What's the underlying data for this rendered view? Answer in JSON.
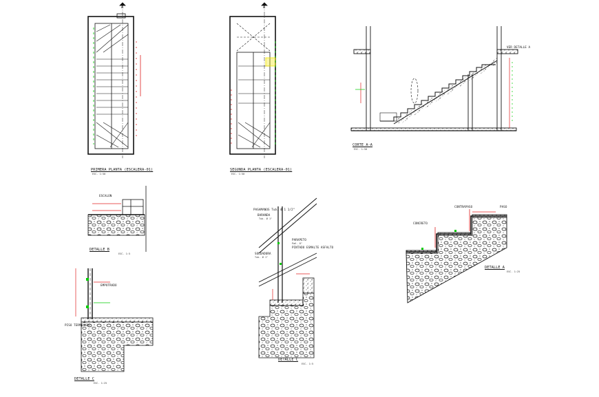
{
  "drawing": {
    "titles": {
      "plan_1": "PRIMERA PLANTA (ESCALERA-01)",
      "plan_2": "SEGUNDA PLANTA (ESCALERA-01)",
      "section": "CORTE A-A",
      "detail_b": "DETALLE B",
      "detail_c_left": "DETALLE C",
      "detail_c_mid": "DETALLE C",
      "detail_a": "DETALLE A"
    },
    "scales": {
      "plan_1": "ESC. 1:50",
      "plan_2": "ESC. 1:50",
      "section": "ESC. 1:50",
      "detail_b": "ESC. 1:5",
      "detail_c_left": "ESC. 1:25",
      "detail_c_mid": "ESC. 1:5",
      "detail_a": "ESC. 1:25"
    },
    "section_marker": "A",
    "annotations": {
      "pasamanos": "PASAMANOS Tub. Ø 1 1/2\"",
      "baranda": "BARANDA",
      "baranda_sub": "Tub. Ø 1\"",
      "parapeto": "PARAPETO",
      "parapeto_sub": "Pañ. 8\"",
      "pintado": "PINTADO ESMALTE ASFALTO",
      "soldadura": "SOLDADURA",
      "tub_cuadrado": "Tub. Ø 1\"",
      "empotrado": "EMPOTRADO",
      "escalon": "ESCALON",
      "contrapaso": "CONTRAPASO",
      "paso": "PASO",
      "concreto": "CONCRETO",
      "piso": "PISO TERMINADO",
      "detalle_step": "VER DETALLE A"
    },
    "colors": {
      "line": "#111111",
      "accent_green": "#00cc00",
      "accent_red": "#e02020",
      "accent_yellow": "#f2e600"
    }
  }
}
